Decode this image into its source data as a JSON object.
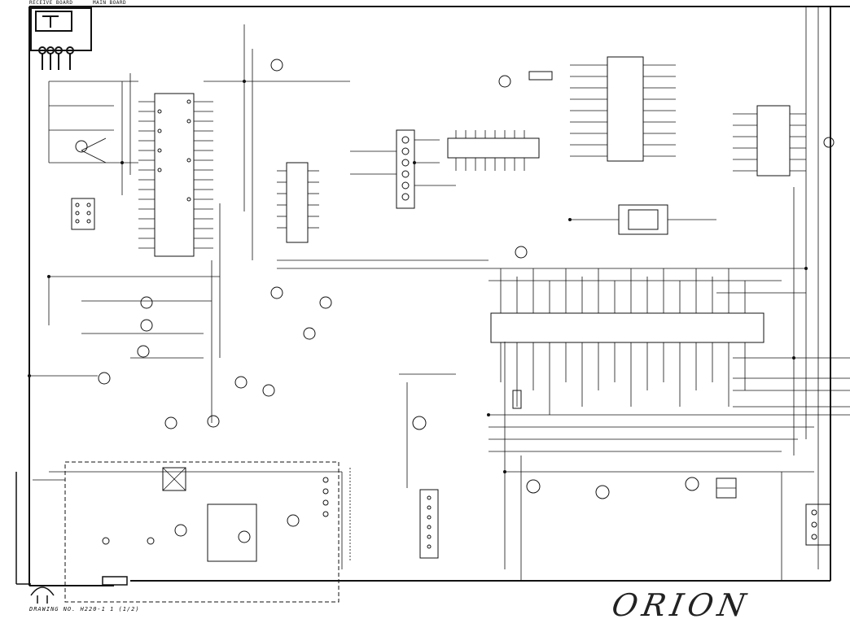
{
  "receive_board_label": "RECEIVE BOARD",
  "main_board_label": "MAIN BOARD",
  "drawing_number": "DRAWING NO.   H220-1 1 (1/2)",
  "brand_signature": "ORION",
  "line_color": "#111111",
  "background_color": "#ffffff"
}
